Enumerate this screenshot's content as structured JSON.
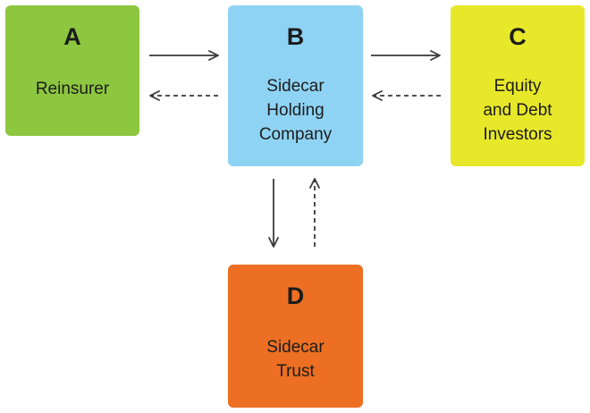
{
  "colors": {
    "box_a": "#8dc63f",
    "box_b": "#8fd3f4",
    "box_c": "#e8e82a",
    "box_d": "#ec6f23",
    "arrow": "#3a3a3a"
  },
  "nodes": {
    "a": {
      "letter": "A",
      "label": "Reinsurer"
    },
    "b": {
      "letter": "B",
      "label": "Sidecar\nHolding\nCompany"
    },
    "c": {
      "letter": "C",
      "label": "Equity\nand Debt\nInvestors"
    },
    "d": {
      "letter": "D",
      "label": "Sidecar\nTrust"
    }
  },
  "edges": [
    {
      "from": "A",
      "to": "B",
      "style": "solid"
    },
    {
      "from": "B",
      "to": "A",
      "style": "dashed"
    },
    {
      "from": "B",
      "to": "C",
      "style": "solid"
    },
    {
      "from": "C",
      "to": "B",
      "style": "dashed"
    },
    {
      "from": "B",
      "to": "D",
      "style": "solid"
    },
    {
      "from": "D",
      "to": "B",
      "style": "dashed"
    }
  ]
}
